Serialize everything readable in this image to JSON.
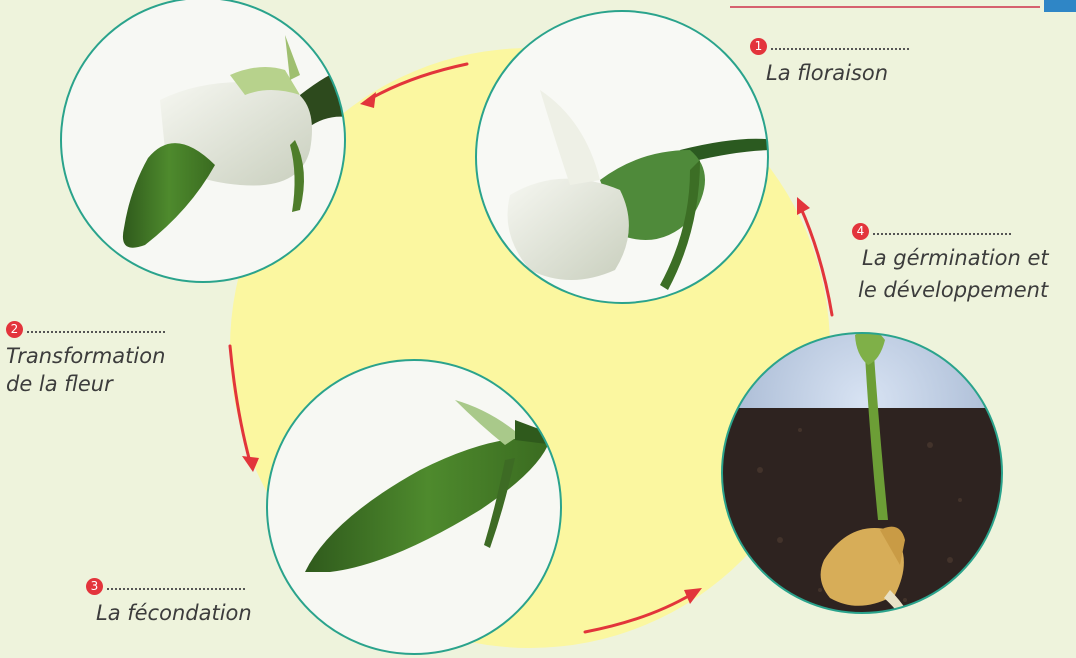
{
  "stages": [
    {
      "number": "1",
      "text": "La floraison"
    },
    {
      "number": "2",
      "text": "Transformation",
      "text2": "de la fleur"
    },
    {
      "number": "3",
      "text": "La fécondation"
    },
    {
      "number": "4",
      "text": "La gérmination et",
      "text2": "le développement"
    }
  ],
  "colors": {
    "background": "#eef3dc",
    "cycle_disc": "#fbf7a0",
    "arrow": "#e2353b",
    "circle_border": "#2aa38c",
    "number_badge": "#e3343c"
  },
  "photos": [
    {
      "content": "pea flower with young pod emerging"
    },
    {
      "content": "white pea flower on stem"
    },
    {
      "content": "green pea pod"
    },
    {
      "content": "germinating pea seedling in soil"
    }
  ]
}
